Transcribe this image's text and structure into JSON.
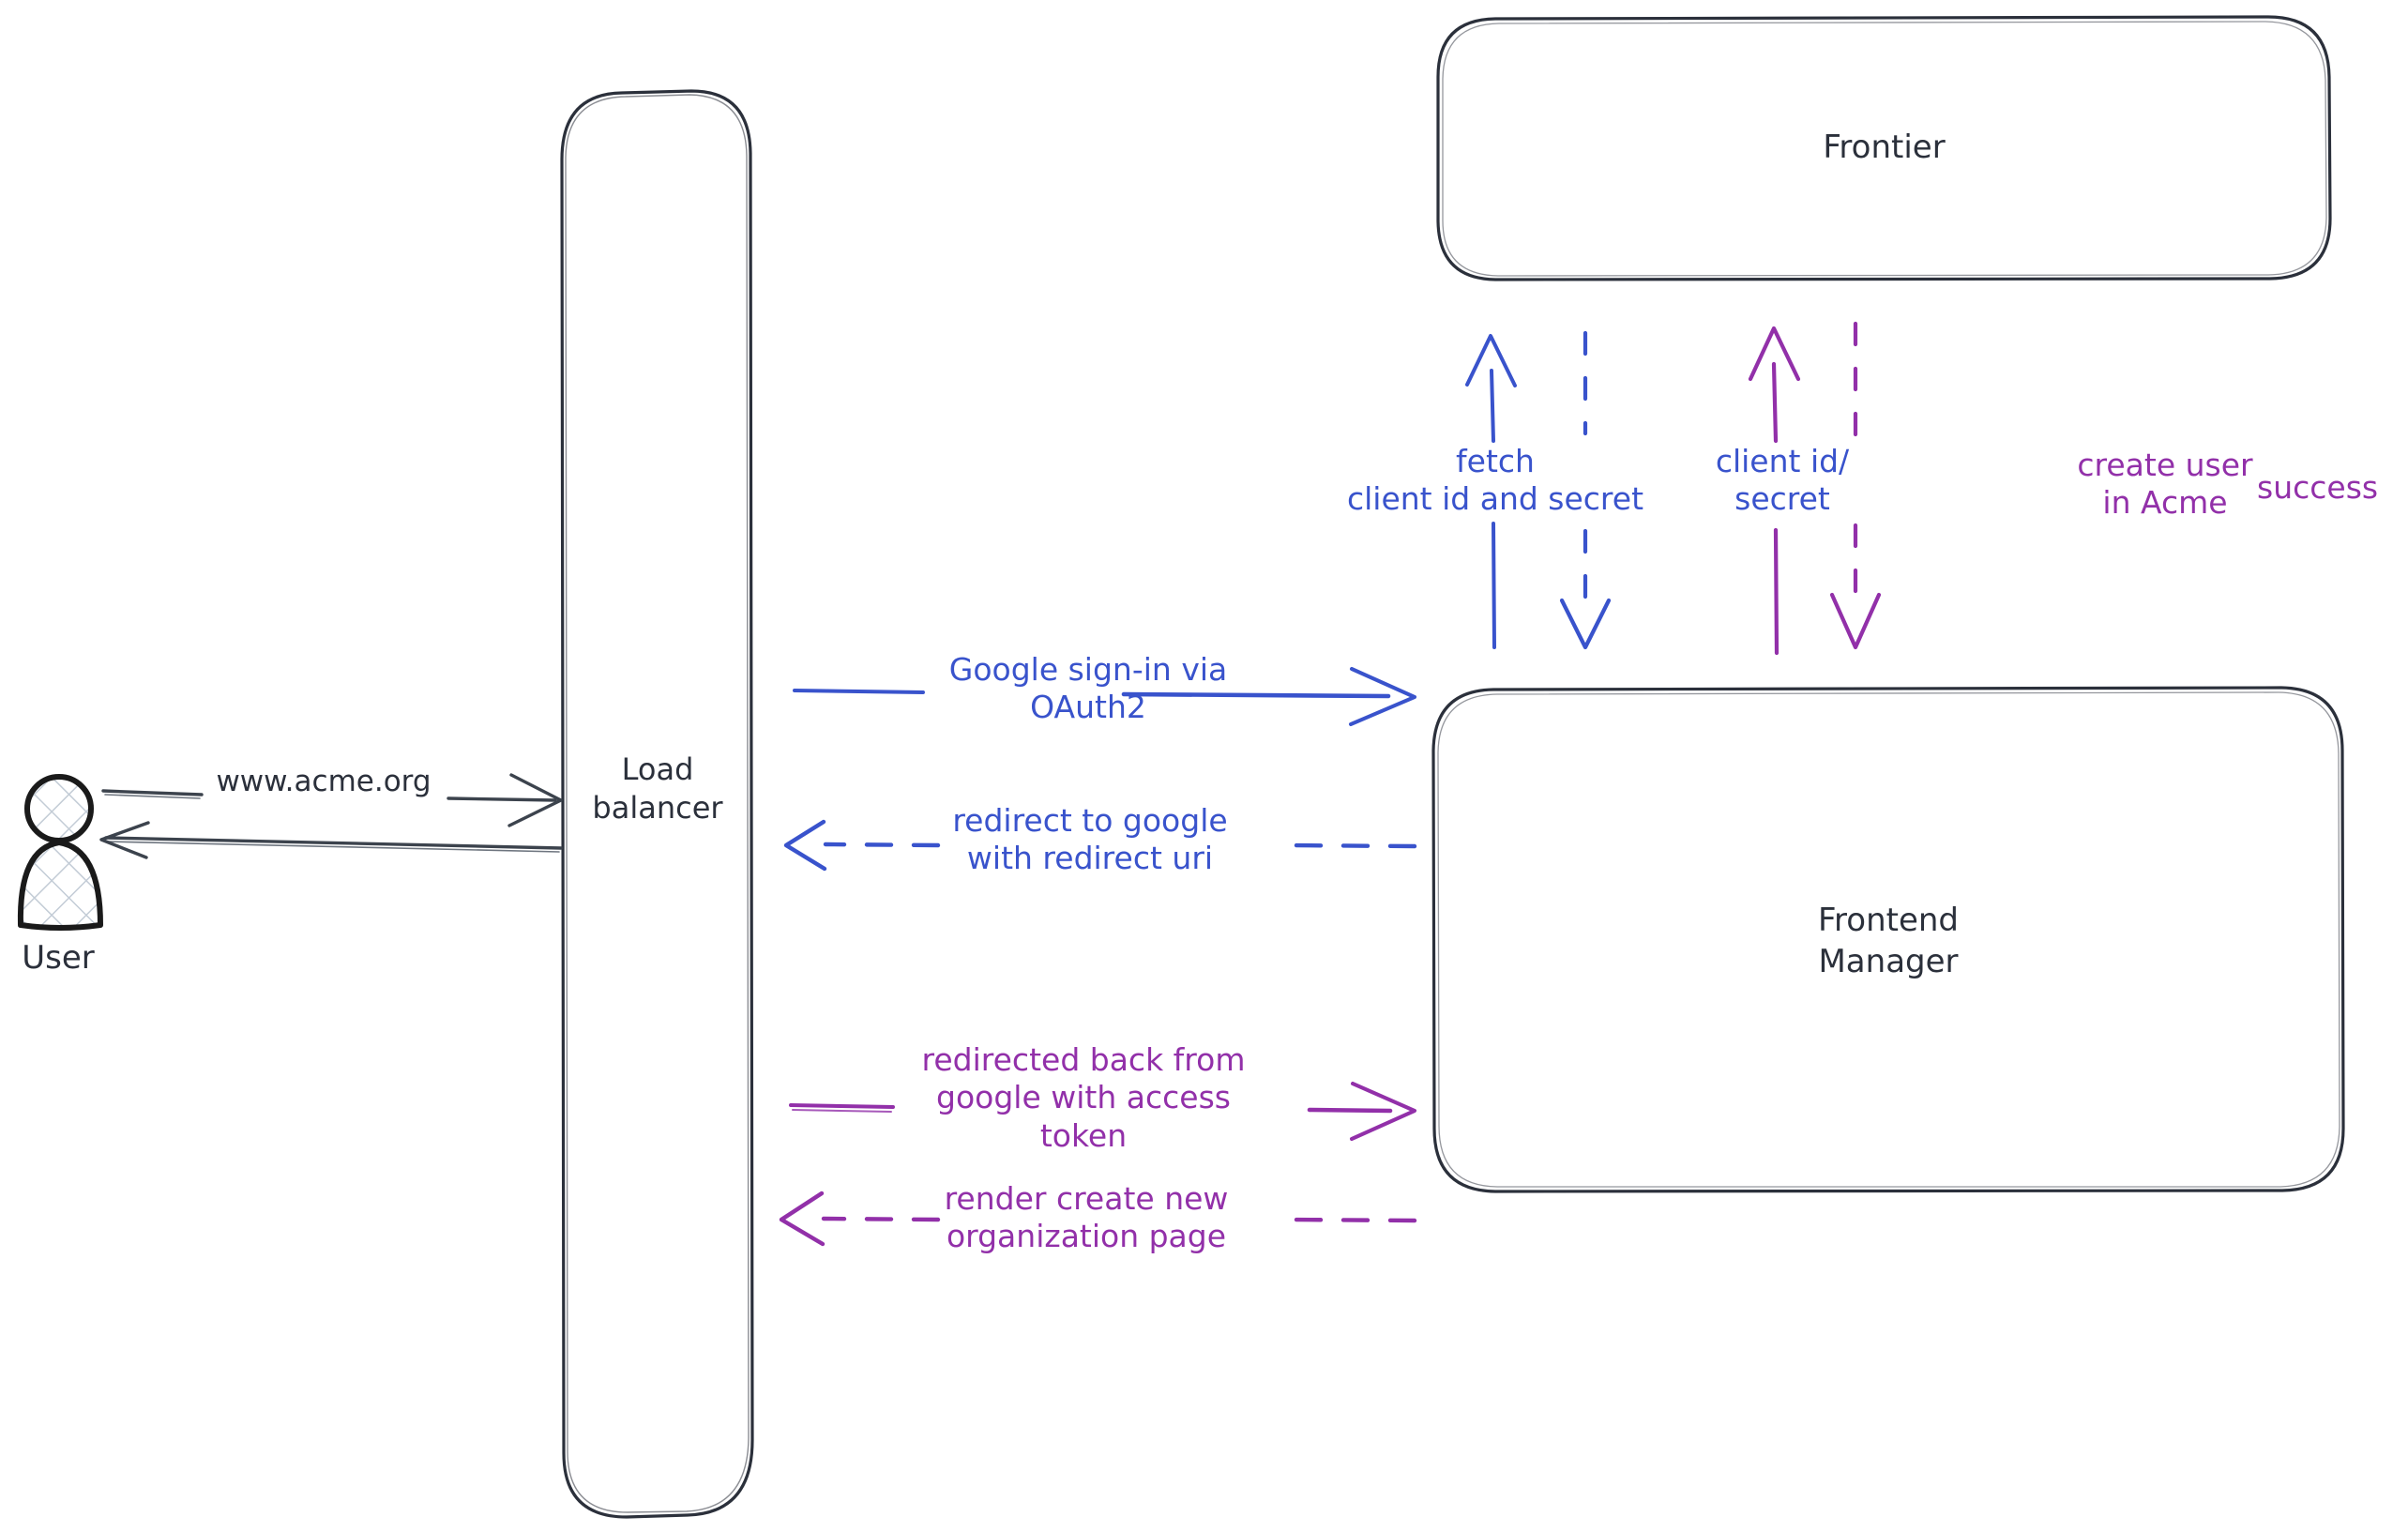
{
  "diagram": {
    "title": "Google OAuth2 sign-in sequence diagram",
    "background": "#ffffff",
    "colors": {
      "node_stroke": "#2b303b",
      "actor_stroke": "#1a1a1a",
      "actor_hatch": "#c3ccd6",
      "edge_dark": "#3c434d",
      "edge_blue": "#3953cc",
      "edge_purple": "#9230a9"
    }
  },
  "actors": {
    "user": {
      "label": "User",
      "icon": "person-icon"
    }
  },
  "nodes": [
    {
      "id": "load-balancer",
      "label": "Load\nbalancer"
    },
    {
      "id": "frontier",
      "label": "Frontier"
    },
    {
      "id": "frontend-manager",
      "label": "Frontend\nManager"
    }
  ],
  "edges": [
    {
      "id": "user-to-lb",
      "label": "www.acme.org",
      "color": "#3c434d",
      "style": "solid",
      "direction": "right",
      "from": "user",
      "to": "load-balancer"
    },
    {
      "id": "lb-to-user",
      "label": "",
      "color": "#3c434d",
      "style": "solid",
      "direction": "left",
      "from": "load-balancer",
      "to": "user"
    },
    {
      "id": "lb-to-fm-signin",
      "label": "Google sign-in via\nOAuth2",
      "color": "#3953cc",
      "style": "solid",
      "direction": "right",
      "from": "load-balancer",
      "to": "frontend-manager"
    },
    {
      "id": "fm-to-lb-redirect",
      "label": "redirect to google\nwith redirect uri",
      "color": "#3953cc",
      "style": "dashed",
      "direction": "left",
      "from": "frontend-manager",
      "to": "load-balancer"
    },
    {
      "id": "lb-to-fm-token",
      "label": "redirected back from\ngoogle with access\ntoken",
      "color": "#9230a9",
      "style": "solid",
      "direction": "right",
      "from": "load-balancer",
      "to": "frontend-manager"
    },
    {
      "id": "fm-to-lb-render",
      "label": "render create new\norganization page",
      "color": "#9230a9",
      "style": "dashed",
      "direction": "left",
      "from": "frontend-manager",
      "to": "load-balancer"
    },
    {
      "id": "fm-to-frontier-fetch",
      "label": "fetch\nclient id and secret",
      "color": "#3953cc",
      "style": "solid",
      "direction": "up",
      "from": "frontend-manager",
      "to": "frontier"
    },
    {
      "id": "frontier-to-fm-creds",
      "label": "client id/\nsecret",
      "color": "#3953cc",
      "style": "dashed",
      "direction": "down",
      "from": "frontier",
      "to": "frontend-manager"
    },
    {
      "id": "fm-to-frontier-create-user",
      "label": "create user\nin Acme",
      "color": "#9230a9",
      "style": "solid",
      "direction": "up",
      "from": "frontend-manager",
      "to": "frontier"
    },
    {
      "id": "frontier-to-fm-success",
      "label": "success",
      "color": "#9230a9",
      "style": "dashed",
      "direction": "down",
      "from": "frontier",
      "to": "frontend-manager"
    }
  ]
}
